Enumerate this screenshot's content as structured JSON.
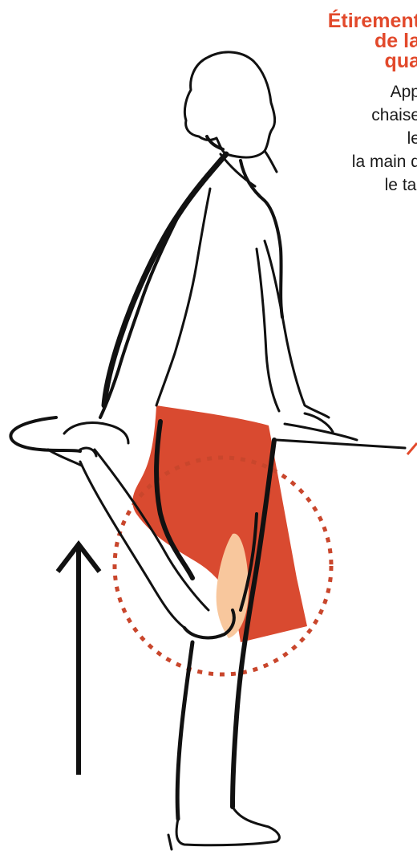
{
  "heading": {
    "line1": "Étirement",
    "line2": "de la",
    "line3": "qua"
  },
  "instructions": {
    "line1": "App",
    "line2": "chaise",
    "line3": "le",
    "line4": "la main d",
    "line5": "le tal"
  },
  "colors": {
    "accent": "#e2492b",
    "muscle_highlight": "#d94a30",
    "muscle_light": "#f8c79d",
    "outline": "#111111"
  }
}
